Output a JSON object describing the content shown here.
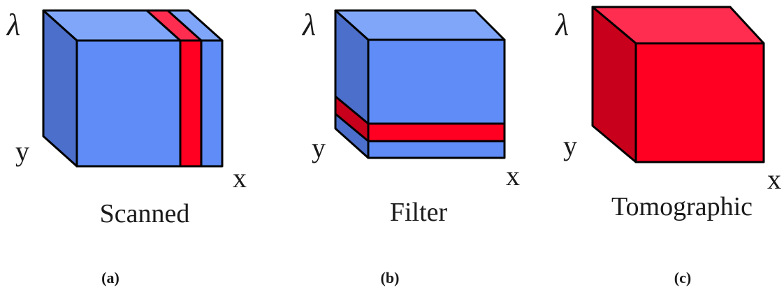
{
  "colors": {
    "blue_front": "#5f8cf7",
    "blue_top": "#7fa6f8",
    "blue_side": "#4c6fcc",
    "red_front": "#ff0022",
    "red_top": "#ff2d4f",
    "red_side": "#c8001c"
  },
  "panels": [
    {
      "id": "a",
      "lambda": "λ",
      "y": "y",
      "x": "x",
      "caption": "Scanned",
      "sublabel": "(a)"
    },
    {
      "id": "b",
      "lambda": "λ",
      "y": "y",
      "x": "x",
      "caption": "Filter",
      "sublabel": "(b)"
    },
    {
      "id": "c",
      "lambda": "λ",
      "y": "y",
      "x": "x",
      "caption": "Tomographic",
      "sublabel": "(c)"
    }
  ]
}
